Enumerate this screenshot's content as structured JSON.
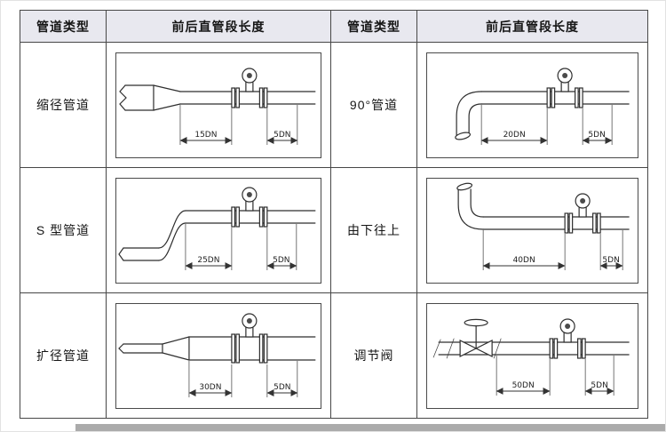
{
  "table": {
    "header": {
      "col1": "管道类型",
      "col2": "前后直管段长度",
      "col3": "管道类型",
      "col4": "前后直管段长度"
    },
    "rows": [
      {
        "left": {
          "type": "缩径管道",
          "dim1": "15DN",
          "dim2": "5DN"
        },
        "right": {
          "type": "90°管道",
          "dim1": "20DN",
          "dim2": "5DN"
        }
      },
      {
        "left": {
          "type": "S 型管道",
          "dim1": "25DN",
          "dim2": "5DN"
        },
        "right": {
          "type": "由下往上",
          "dim1": "40DN",
          "dim2": "5DN"
        }
      },
      {
        "left": {
          "type": "扩径管道",
          "dim1": "30DN",
          "dim2": "5DN"
        },
        "right": {
          "type": "调节阀",
          "dim1": "50DN",
          "dim2": "5DN"
        }
      }
    ]
  },
  "icons": {
    "meter": "vortex-flowmeter-icon",
    "valve": "control-valve-icon"
  },
  "colors": {
    "header_bg": "#e8e8ef",
    "table_border": "#474747",
    "drawing_line": "#2e2e2e",
    "page_bg": "#ffffff",
    "bottom_strip": "#ababab"
  }
}
